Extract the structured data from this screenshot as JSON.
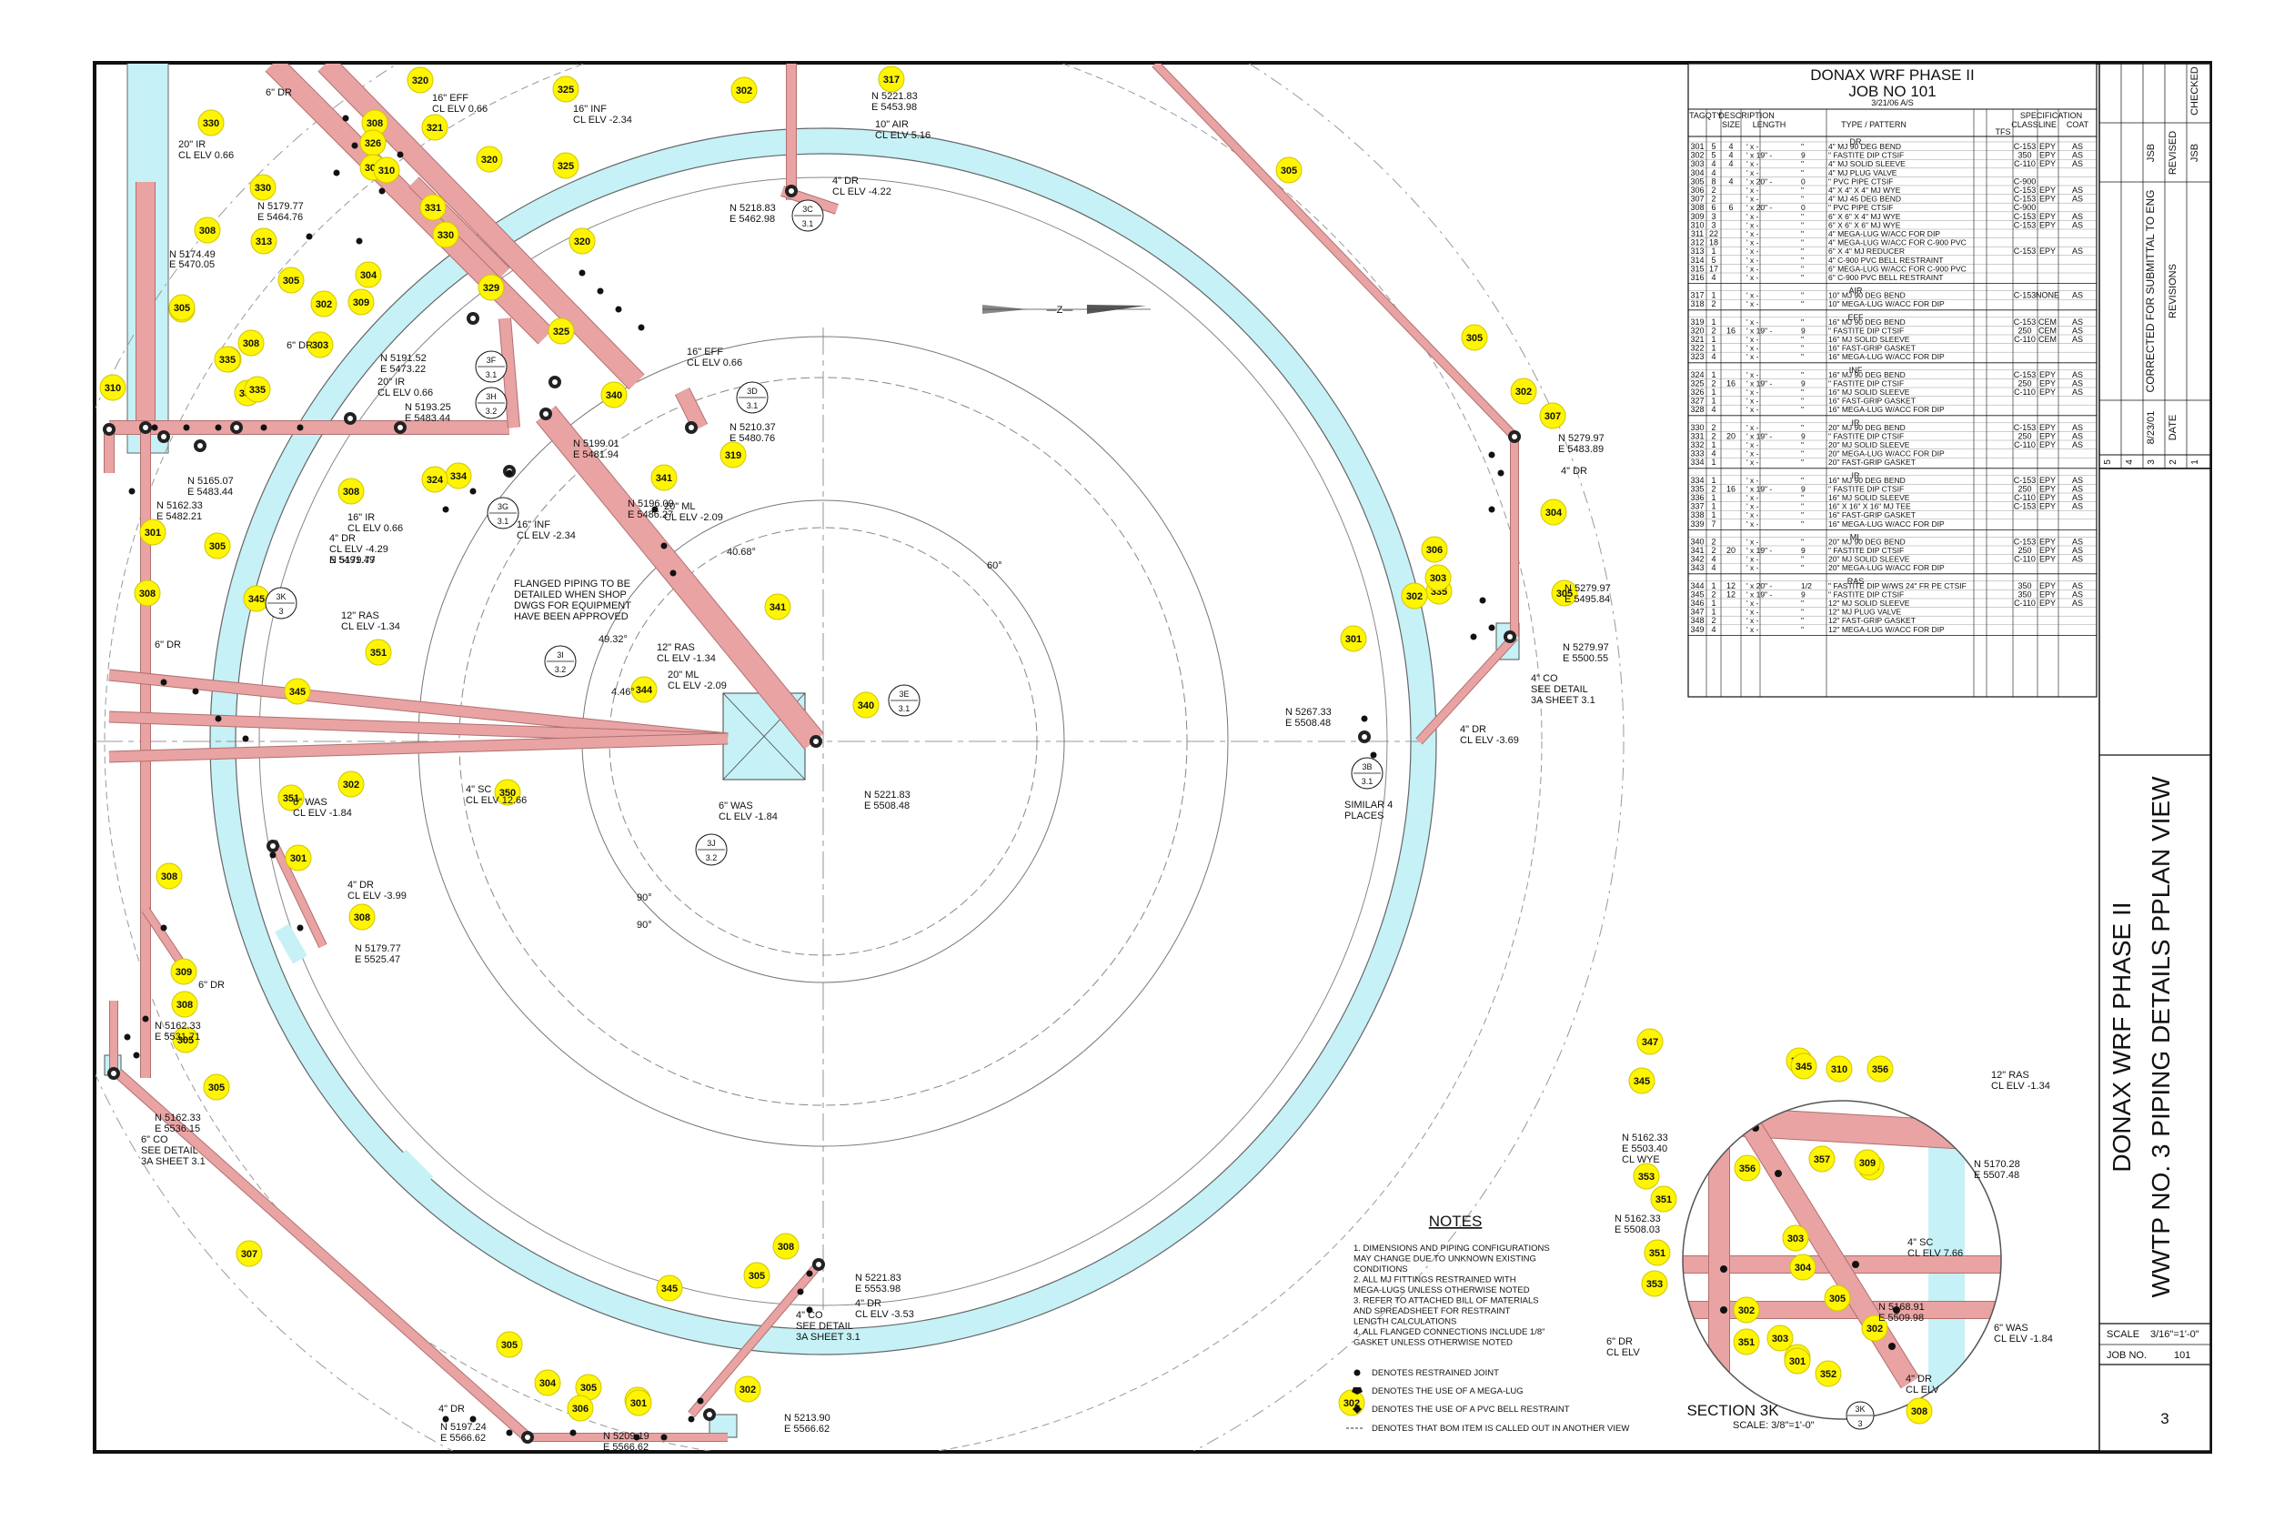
{
  "colors": {
    "pipe": "#e9a3a3",
    "pipe_edge": "#b07070",
    "basin_ring": "#c6f1f6",
    "tag_fill": "#fff500",
    "line": "#111111"
  },
  "bom": {
    "title": "DONAX WRF PHASE II",
    "job": "JOB NO 101",
    "date_note": "3/21/06 A/S",
    "headers": {
      "tag": "TAG",
      "qty": "QTY",
      "description": "DESCRIPTION",
      "size": "SIZE",
      "length": "LENGTH",
      "type": "TYPE / PATTERN",
      "tfs": "TFS",
      "specification": "SPECIFICATION",
      "class": "CLASS",
      "line": "LINE",
      "coat": "COAT"
    },
    "groups": [
      {
        "name": "DR",
        "rows": [
          [
            "301",
            "5",
            "4",
            "' x -",
            "\"",
            "4\" MJ 90 DEG BEND",
            "C-153",
            "EPY",
            "AS"
          ],
          [
            "302",
            "5",
            "4",
            "' x 19\" -",
            "9",
            "\" FASTITE DIP CTSIF",
            "350",
            "EPY",
            "AS"
          ],
          [
            "303",
            "4",
            "4",
            "' x -",
            "\"",
            "4\" MJ SOLID SLEEVE",
            "C-110",
            "EPY",
            "AS"
          ],
          [
            "304",
            "4",
            "",
            "' x -",
            "\"",
            "4\" MJ PLUG VALVE",
            "",
            "",
            ""
          ],
          [
            "305",
            "8",
            "4",
            "' x 20\" -",
            "0",
            "\" PVC PIPE CTSIF",
            "C-900",
            "",
            ""
          ],
          [
            "306",
            "2",
            "",
            "' x -",
            "\"",
            "4\" X 4\" X 4\" MJ WYE",
            "C-153",
            "EPY",
            "AS"
          ],
          [
            "307",
            "2",
            "",
            "' x -",
            "\"",
            "4\" MJ 45 DEG BEND",
            "C-153",
            "EPY",
            "AS"
          ],
          [
            "308",
            "6",
            "6",
            "' x 20\" -",
            "0",
            "\" PVC PIPE CTSIF",
            "C-900",
            "",
            ""
          ],
          [
            "309",
            "3",
            "",
            "' x -",
            "\"",
            "6\" X 6\" X 4\" MJ WYE",
            "C-153",
            "EPY",
            "AS"
          ],
          [
            "310",
            "3",
            "",
            "' x -",
            "\"",
            "6\" X 6\" X 6\" MJ WYE",
            "C-153",
            "EPY",
            "AS"
          ],
          [
            "311",
            "22",
            "",
            "' x -",
            "\"",
            "4\" MEGA-LUG W/ACC FOR DIP",
            "",
            "",
            ""
          ],
          [
            "312",
            "18",
            "",
            "' x -",
            "\"",
            "4\" MEGA-LUG W/ACC FOR C-900 PVC",
            "",
            "",
            ""
          ],
          [
            "313",
            "1",
            "",
            "' x -",
            "\"",
            "6\" X 4\" MJ REDUCER",
            "C-153",
            "EPY",
            "AS"
          ],
          [
            "314",
            "5",
            "",
            "' x -",
            "\"",
            "4\" C-900 PVC BELL RESTRAINT",
            "",
            "",
            ""
          ],
          [
            "315",
            "17",
            "",
            "' x -",
            "\"",
            "6\" MEGA-LUG W/ACC FOR C-900 PVC",
            "",
            "",
            ""
          ],
          [
            "316",
            "4",
            "",
            "' x -",
            "\"",
            "6\" C-900 PVC BELL RESTRAINT",
            "",
            "",
            ""
          ]
        ]
      },
      {
        "name": "AIR",
        "rows": [
          [
            "317",
            "1",
            "",
            "' x -",
            "\"",
            "10\" MJ 90 DEG BEND",
            "C-153",
            "NONE",
            "AS"
          ],
          [
            "318",
            "2",
            "",
            "' x -",
            "\"",
            "10\" MEGA-LUG W/ACC FOR DIP",
            "",
            "",
            ""
          ]
        ]
      },
      {
        "name": "EFF",
        "rows": [
          [
            "319",
            "1",
            "",
            "' x -",
            "\"",
            "16\" MJ 90 DEG BEND",
            "C-153",
            "CEM",
            "AS"
          ],
          [
            "320",
            "2",
            "16",
            "' x 19\" -",
            "9",
            "\" FASTITE DIP CTSIF",
            "250",
            "CEM",
            "AS"
          ],
          [
            "321",
            "1",
            "",
            "' x -",
            "\"",
            "16\" MJ SOLID SLEEVE",
            "C-110",
            "CEM",
            "AS"
          ],
          [
            "322",
            "1",
            "",
            "' x -",
            "\"",
            "16\" FAST-GRIP GASKET",
            "",
            "",
            ""
          ],
          [
            "323",
            "4",
            "",
            "' x -",
            "\"",
            "16\" MEGA-LUG W/ACC FOR DIP",
            "",
            "",
            ""
          ]
        ]
      },
      {
        "name": "INF",
        "rows": [
          [
            "324",
            "1",
            "",
            "' x -",
            "\"",
            "16\" MJ 90 DEG BEND",
            "C-153",
            "EPY",
            "AS"
          ],
          [
            "325",
            "2",
            "16",
            "' x 19\" -",
            "9",
            "\" FASTITE DIP CTSIF",
            "250",
            "EPY",
            "AS"
          ],
          [
            "326",
            "1",
            "",
            "' x -",
            "\"",
            "16\" MJ SOLID SLEEVE",
            "C-110",
            "EPY",
            "AS"
          ],
          [
            "327",
            "1",
            "",
            "' x -",
            "\"",
            "16\" FAST-GRIP GASKET",
            "",
            "",
            ""
          ],
          [
            "328",
            "4",
            "",
            "' x -",
            "\"",
            "16\" MEGA-LUG W/ACC FOR DIP",
            "",
            "",
            ""
          ]
        ]
      },
      {
        "name": "IR",
        "rows": [
          [
            "330",
            "2",
            "",
            "' x -",
            "\"",
            "20\" MJ 90 DEG BEND",
            "C-153",
            "EPY",
            "AS"
          ],
          [
            "331",
            "2",
            "20",
            "' x 19\" -",
            "9",
            "\" FASTITE DIP CTSIF",
            "250",
            "EPY",
            "AS"
          ],
          [
            "332",
            "1",
            "",
            "' x -",
            "\"",
            "20\" MJ SOLID SLEEVE",
            "C-110",
            "EPY",
            "AS"
          ],
          [
            "333",
            "4",
            "",
            "' x -",
            "\"",
            "20\" MEGA-LUG W/ACC FOR DIP",
            "",
            "",
            ""
          ],
          [
            "334",
            "1",
            "",
            "' x -",
            "\"",
            "20\" FAST-GRIP GASKET",
            "",
            "",
            ""
          ]
        ]
      },
      {
        "name": "IR",
        "rows": [
          [
            "334",
            "1",
            "",
            "' x -",
            "\"",
            "16\" MJ 90 DEG BEND",
            "C-153",
            "EPY",
            "AS"
          ],
          [
            "335",
            "2",
            "16",
            "' x 19\" -",
            "9",
            "\" FASTITE DIP CTSIF",
            "250",
            "EPY",
            "AS"
          ],
          [
            "336",
            "1",
            "",
            "' x -",
            "\"",
            "16\" MJ SOLID SLEEVE",
            "C-110",
            "EPY",
            "AS"
          ],
          [
            "337",
            "1",
            "",
            "' x -",
            "\"",
            "16\" X 16\" X 16\" MJ TEE",
            "C-153",
            "EPY",
            "AS"
          ],
          [
            "338",
            "1",
            "",
            "' x -",
            "\"",
            "16\" FAST-GRIP GASKET",
            "",
            "",
            ""
          ],
          [
            "339",
            "7",
            "",
            "' x -",
            "\"",
            "16\" MEGA-LUG W/ACC FOR DIP",
            "",
            "",
            ""
          ]
        ]
      },
      {
        "name": "ML",
        "rows": [
          [
            "340",
            "2",
            "",
            "' x -",
            "\"",
            "20\" MJ 90 DEG BEND",
            "C-153",
            "EPY",
            "AS"
          ],
          [
            "341",
            "2",
            "20",
            "' x 19\" -",
            "9",
            "\" FASTITE DIP CTSIF",
            "250",
            "EPY",
            "AS"
          ],
          [
            "342",
            "4",
            "",
            "' x -",
            "\"",
            "20\" MJ SOLID SLEEVE",
            "C-110",
            "EPY",
            "AS"
          ],
          [
            "343",
            "4",
            "",
            "' x -",
            "\"",
            "20\" MEGA-LUG W/ACC FOR DIP",
            "",
            "",
            ""
          ]
        ]
      },
      {
        "name": "RAS",
        "rows": [
          [
            "344",
            "1",
            "12",
            "' x 20\" -",
            "1/2",
            "\" FASTITE DIP W/WS 24\" FR PE CTSIF",
            "350",
            "EPY",
            "AS"
          ],
          [
            "345",
            "2",
            "12",
            "' x 19\" -",
            "9",
            "\" FASTITE DIP CTSIF",
            "350",
            "EPY",
            "AS"
          ],
          [
            "346",
            "1",
            "",
            "' x -",
            "\"",
            "12\" MJ SOLID SLEEVE",
            "C-110",
            "EPY",
            "AS"
          ],
          [
            "347",
            "1",
            "",
            "' x -",
            "\"",
            "12\" MJ PLUG VALVE",
            "",
            "",
            ""
          ],
          [
            "348",
            "2",
            "",
            "' x -",
            "\"",
            "12\" FAST-GRIP GASKET",
            "",
            "",
            ""
          ],
          [
            "349",
            "4",
            "",
            "' x -",
            "\"",
            "12\" MEGA-LUG W/ACC FOR DIP",
            "",
            "",
            ""
          ]
        ]
      }
    ]
  },
  "revisions": {
    "title": "REVISIONS",
    "numbers": [
      "5",
      "4",
      "3",
      "2",
      "1"
    ],
    "date_header": "DATE",
    "rev1_date": "8/23/01",
    "rev1_desc": "CORRECTED FOR SUBMITTAL TO ENG",
    "revised_header": "REVISED",
    "checked_header": "CHECKED",
    "initials": "JSB",
    "initials_2": "JSB"
  },
  "title_block": {
    "project": "DONAX WRF PHASE II",
    "sheet_title": "WWTP NO. 3 PIPING DETAILS PPLAN VIEW",
    "scale_label": "SCALE",
    "scale_value": "3/16\"=1'-0\"",
    "job_label": "JOB NO.",
    "job_value": "101",
    "sheet_number": "3"
  },
  "notes": {
    "title": "NOTES",
    "items": [
      "1.   DIMENSIONS AND PIPING CONFIGURATIONS",
      "      MAY CHANGE DUE TO UNKNOWN EXISTING",
      "      CONDITIONS",
      "2.   ALL MJ FITTINGS RESTRAINED WITH",
      "      MEGA-LUGS UNLESS OTHERWISE NOTED",
      "3.   REFER TO ATTACHED BILL OF MATERIALS",
      "      AND SPREADSHEET FOR RESTRAINT",
      "      LENGTH CALCULATIONS",
      "4.   ALL FLANGED CONNECTIONS INCLUDE 1/8\"",
      "      GASKET UNLESS OTHERWISE NOTED"
    ],
    "legend": [
      "DENOTES RESTRAINED JOINT",
      "DENOTES THE USE OF A MEGA-LUG",
      "DENOTES THE USE OF A PVC BELL RESTRAINT",
      "DENOTES THAT BOM ITEM IS CALLED OUT IN ANOTHER VIEW"
    ]
  },
  "section": {
    "title": "SECTION 3K",
    "scale": "SCALE:  3/8\"=1'-0\"",
    "ref_top": "3K",
    "ref_bottom": "3"
  },
  "tags": [
    "320",
    "325",
    "317",
    "302",
    "330",
    "308",
    "321",
    "326",
    "308",
    "310",
    "330",
    "320",
    "325",
    "305",
    "308",
    "313",
    "331",
    "330",
    "320",
    "305",
    "304",
    "309",
    "302",
    "329",
    "325",
    "305",
    "308",
    "303",
    "305",
    "337",
    "335",
    "336",
    "335",
    "310",
    "340",
    "319",
    "305",
    "307",
    "302",
    "335",
    "334",
    "324",
    "341",
    "308",
    "301",
    "305",
    "304",
    "306",
    "303",
    "302",
    "301",
    "305",
    "308",
    "345",
    "345",
    "351",
    "344",
    "350",
    "341",
    "340",
    "351",
    "302",
    "301",
    "308",
    "308",
    "309",
    "308",
    "305",
    "305",
    "307",
    "305",
    "304",
    "305",
    "306",
    "302",
    "303",
    "301",
    "302",
    "305",
    "308",
    "345",
    "347",
    "345",
    "346",
    "345",
    "310",
    "356",
    "353",
    "356",
    "357",
    "308",
    "309",
    "351",
    "351",
    "303",
    "353",
    "304",
    "302",
    "303",
    "351",
    "352",
    "305",
    "302",
    "351",
    "301",
    "308"
  ],
  "bubbles": [
    {
      "top": "3C",
      "bottom": "3.1"
    },
    {
      "top": "3F",
      "bottom": "3.1"
    },
    {
      "top": "3H",
      "bottom": "3.2"
    },
    {
      "top": "3D",
      "bottom": "3.1"
    },
    {
      "top": "3G",
      "bottom": "3.1"
    },
    {
      "top": "3K",
      "bottom": "3"
    },
    {
      "top": "3I",
      "bottom": "3.2"
    },
    {
      "top": "3E",
      "bottom": "3.1"
    },
    {
      "top": "3J",
      "bottom": "3.2"
    },
    {
      "top": "3B",
      "bottom": "3.1"
    }
  ],
  "labels": [
    "6\" DR",
    "16\" EFF",
    "CL ELV 0.66",
    "16\" INF",
    "CL ELV -2.34",
    "N 5221.83",
    "E 5453.98",
    "10\" AIR",
    "CL ELV 5.16",
    "20\" IR",
    "CL ELV 0.66",
    "N 5179.77",
    "E 5464.76",
    "N 5174.49",
    "E 5470.05",
    "4\" DR",
    "CL ELV -4.22",
    "N 5218.83",
    "E 5462.98",
    "6\" DR",
    "N 5191.52",
    "E 5473.22",
    "20\" IR",
    "CL ELV 0.66",
    "16\" EFF",
    "CL ELV 0.66",
    "N 5193.25",
    "E 5483.44",
    "N 5199.01",
    "E 5481.94",
    "N 5210.37",
    "E 5480.76",
    "N 5165.07",
    "E 5483.44",
    "N 5162.33",
    "E 5482.21",
    "16\" IR",
    "CL ELV 0.66",
    "4\" DR",
    "CL ELV -4.29",
    "N 5179.77",
    "E 5491.49",
    "N 5196.09",
    "E 5486.27",
    "16\" INF",
    "CL ELV -2.34",
    "20\" ML",
    "CL ELV -2.09",
    "40.68°",
    "60°",
    "6\" DR",
    "FLANGED PIPING TO BE",
    "DETAILED WHEN SHOP",
    "DWGS FOR EQUIPMENT",
    "HAVE BEEN APPROVED",
    "12\" RAS",
    "CL ELV -1.34",
    "12\" RAS",
    "CL ELV -1.34",
    "49.32°",
    "4.46°",
    "20\" ML",
    "CL ELV -2.09",
    "N 5221.83",
    "E 5508.48",
    "4\" SC",
    "CL ELV 12.66",
    "6\" WAS",
    "CL ELV -1.84",
    "6\" WAS",
    "CL ELV -1.84",
    "N 5279.97",
    "E 5483.89",
    "4\" DR",
    "N 5279.97",
    "E 5495.84",
    "N 5279.97",
    "E 5500.55",
    "4\" CO",
    "SEE DETAIL",
    "3A SHEET 3.1",
    "N 5267.33",
    "E 5508.48",
    "4\" DR",
    "CL ELV -3.69",
    "SIMILAR 4",
    "PLACES",
    "4\" DR",
    "CL ELV -3.99",
    "N 5179.77",
    "E 5525.47",
    "90°",
    "90°",
    "6\" DR",
    "N 5162.33",
    "E 5531.71",
    "N 5162.33",
    "E 5536.15",
    "6\" CO",
    "SEE DETAIL",
    "3A SHEET 3.1",
    "N 5221.83",
    "E 5553.98",
    "4\" DR",
    "CL ELV -3.53",
    "4\" CO",
    "SEE DETAIL",
    "3A SHEET 3.1",
    "4\" DR",
    "N 5197.24",
    "E 5566.62",
    "N 5209.19",
    "E 5566.62",
    "N 5213.90",
    "E 5566.62",
    "12\" RAS",
    "CL ELV -1.34",
    "N 5162.33",
    "E 5503.40",
    "CL WYE",
    "N 5170.28",
    "E 5507.48",
    "N 5162.33",
    "E 5508.03",
    "4\" SC",
    "CL ELV 7.66",
    "N 5168.91",
    "E 5509.98",
    "6\" WAS",
    "CL ELV -1.84",
    "6\" DR",
    "CL ELV",
    "4\" DR",
    "CL ELV"
  ]
}
